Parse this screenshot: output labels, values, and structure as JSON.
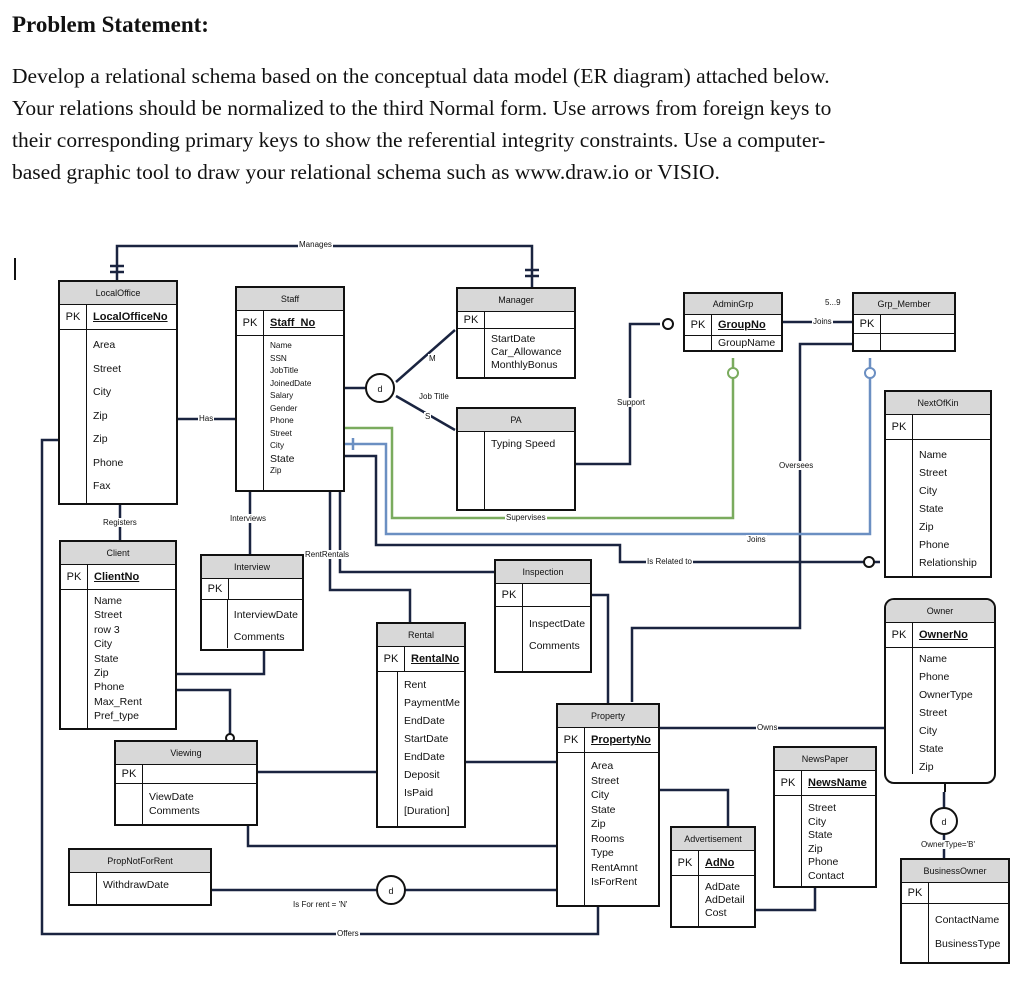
{
  "problem": {
    "title": "Problem Statement:",
    "lines": [
      "Develop a relational schema based on the conceptual data model (ER diagram) attached below.",
      "Your relations should be normalized to the third Normal form. Use arrows from foreign keys to",
      "their corresponding primary keys to show the referential integrity constraints.  Use a computer-",
      "based graphic tool to draw your relational schema such as www.draw.io or VISIO."
    ]
  },
  "entities": {
    "localoffice": {
      "name": "LocalOffice",
      "pk": "PK",
      "key": "LocalOfficeNo",
      "attrs": [
        "Area",
        "Street",
        "City",
        "Zip",
        "Zip",
        "Phone",
        "Fax"
      ]
    },
    "staff": {
      "name": "Staff",
      "pk": "PK",
      "key": "Staff_No",
      "attrs": [
        "Name",
        "SSN",
        "JobTitle",
        "JoinedDate",
        "Salary",
        "Gender",
        "Phone",
        "Street",
        "City",
        "State",
        "Zip"
      ]
    },
    "manager": {
      "name": "Manager",
      "pk": "PK",
      "key": "",
      "attrs": [
        "StartDate",
        "Car_Allowance",
        "MonthlyBonus"
      ]
    },
    "admingrp": {
      "name": "AdminGrp",
      "pk": "PK",
      "key": "GroupNo",
      "attrs": [
        "GroupName"
      ]
    },
    "grpmember": {
      "name": "Grp_Member",
      "pk": "PK",
      "key": "",
      "attrs": [
        ""
      ]
    },
    "pa": {
      "name": "PA",
      "pk": "",
      "key": "",
      "attrs": [
        "Typing Speed"
      ]
    },
    "nextofkin": {
      "name": "NextOfKin",
      "pk": "PK",
      "key": "",
      "attrs": [
        "Name",
        "Street",
        "City",
        "State",
        "Zip",
        "Phone",
        "Relationship"
      ]
    },
    "client": {
      "name": "Client",
      "pk": "PK",
      "key": "ClientNo",
      "attrs": [
        "Name",
        "Street",
        "row 3",
        "City",
        "State",
        "Zip",
        "Phone",
        "Max_Rent",
        "Pref_type"
      ]
    },
    "interview": {
      "name": "Interview",
      "pk": "PK",
      "key": "",
      "attrs": [
        "InterviewDate",
        "Comments"
      ]
    },
    "inspection": {
      "name": "Inspection",
      "pk": "PK",
      "key": "",
      "attrs": [
        "InspectDate",
        "Comments"
      ]
    },
    "owner": {
      "name": "Owner",
      "pk": "PK",
      "key": "OwnerNo",
      "attrs": [
        "Name",
        "Phone",
        "OwnerType",
        "Street",
        "City",
        "State",
        "Zip"
      ]
    },
    "rental": {
      "name": "Rental",
      "pk": "PK",
      "key": "RentalNo",
      "attrs": [
        "Rent",
        "PaymentMe",
        "EndDate",
        "StartDate",
        "EndDate",
        "Deposit",
        "IsPaid",
        "[Duration]"
      ]
    },
    "property": {
      "name": "Property",
      "pk": "PK",
      "key": "PropertyNo",
      "attrs": [
        "Area",
        "Street",
        "City",
        "State",
        "Zip",
        "Rooms",
        "Type",
        "RentAmnt",
        "IsForRent"
      ]
    },
    "viewing": {
      "name": "Viewing",
      "pk": "PK",
      "key": "",
      "attrs": [
        "ViewDate",
        "Comments"
      ]
    },
    "newspaper": {
      "name": "NewsPaper",
      "pk": "PK",
      "key": "NewsName",
      "attrs": [
        "Street",
        "City",
        "State",
        "Zip",
        "Phone",
        "Contact"
      ]
    },
    "advertisement": {
      "name": "Advertisement",
      "pk": "PK",
      "key": "AdNo",
      "attrs": [
        "AdDate",
        "AdDetail",
        "Cost"
      ]
    },
    "propnotforrent": {
      "name": "PropNotForRent",
      "pk": "",
      "key": "",
      "attrs": [
        "WithdrawDate"
      ]
    },
    "businessowner": {
      "name": "BusinessOwner",
      "pk": "PK",
      "key": "",
      "attrs": [
        "ContactName",
        "BusinessType"
      ]
    }
  },
  "labels": {
    "manages": "Manages",
    "has": "Has",
    "registers": "Registers",
    "interviews": "Interviews",
    "rentrentals": "RentRentals",
    "jobtitle": "Job Title",
    "m": "M",
    "s": "S",
    "d": "d",
    "support": "Support",
    "joins1": "Joins",
    "joins2": "Joins",
    "card59": "5...9",
    "oversees": "Oversees",
    "supervises": "Supervises",
    "isrelatedto": "Is Related to",
    "owns": "Owns",
    "isforrent": "Is For rent = 'N'",
    "offers": "Offers",
    "ownertype": "OwnerType='B'"
  },
  "colors": {
    "green": "#7aab5e",
    "blue": "#6b8fc2",
    "navy": "#1a2440",
    "black": "#111111"
  }
}
